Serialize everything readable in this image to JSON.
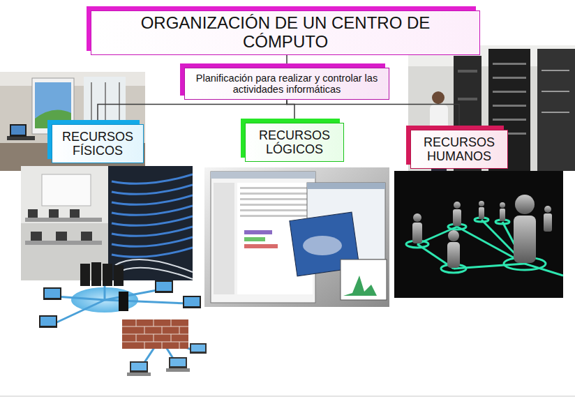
{
  "diagram": {
    "nodes": [
      {
        "text": [
          "ORGANIZACIÓN DE UN CENTRO DE CÓMPUTO"
        ]
      },
      {
        "text": [
          "Planificación para realizar y controlar las actividades informáticas"
        ]
      },
      {
        "text": [
          "RECURSOS FÍSICOS"
        ]
      },
      {
        "text": [
          "RECURSOS LÓGICOS"
        ]
      },
      {
        "text": [
          "RECURSOS HUMANOS"
        ]
      }
    ],
    "edges": [
      {
        "from": 0,
        "to": 1,
        "arrow": "none"
      },
      {
        "from": 1,
        "to": 2,
        "arrow": "none"
      },
      {
        "from": 1,
        "to": 3,
        "arrow": "none"
      },
      {
        "from": 1,
        "to": 4,
        "arrow": "none"
      }
    ]
  }
}
